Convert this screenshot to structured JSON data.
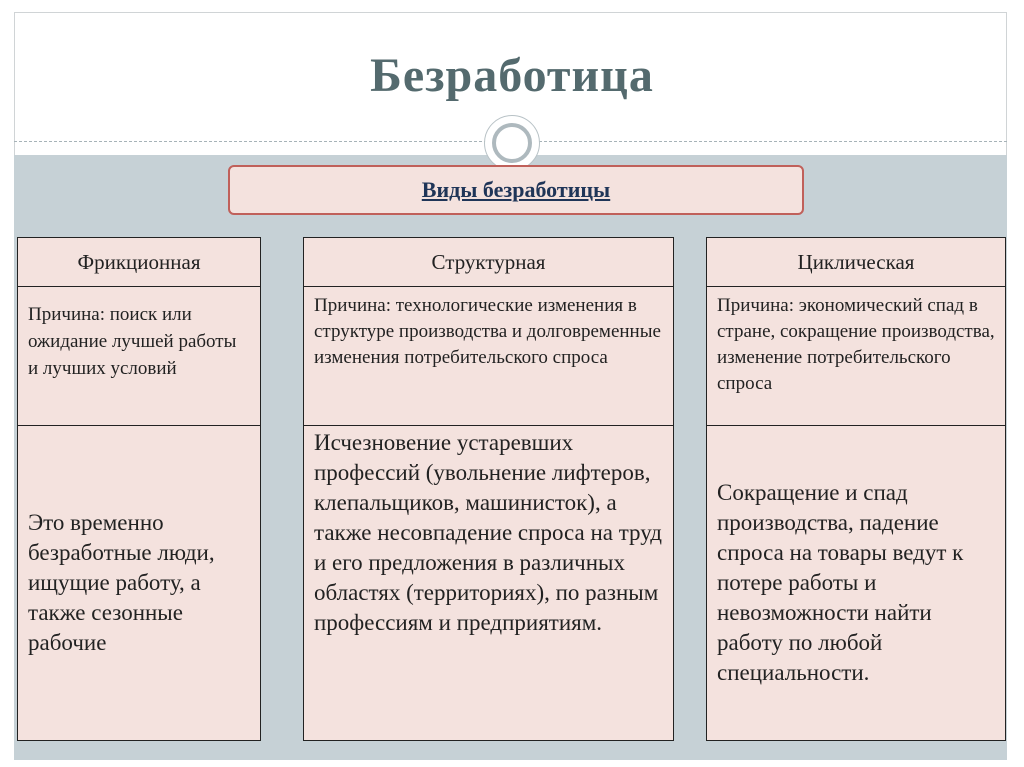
{
  "title": "Безработица",
  "subtitle": "Виды безработицы",
  "columns": [
    {
      "heading": "Фрикционная",
      "cause": "Причина: поиск или ожидание лучшей работы и лучших условий",
      "description": "Это временно безработные люди, ищущие работу, а также сезонные рабочие"
    },
    {
      "heading": "Структурная",
      "cause": "Причина: технологические изменения в структуре производства и долговременные изменения потребительского спроса",
      "description": "Исчезновение устаревших профессий (увольнение лифтеров, клепальщиков, машинисток), а также несовпадение спроса на труд и его предложения в различных областях (территориях),  по разным профессиям и предприятиям."
    },
    {
      "heading": "Циклическая",
      "cause": "Причина: экономический спад в стране, сокращение производства, изменение потребительского спроса",
      "description": "Сокращение и спад производства, падение спроса на товары ведут к потере работы и невозможности найти работу по любой специальности."
    }
  ],
  "colors": {
    "title": "#546a6e",
    "band": "#c6d1d6",
    "cell_fill": "#f4e2de",
    "subtitle_border": "#c0605a",
    "subtitle_text": "#1f3558"
  }
}
